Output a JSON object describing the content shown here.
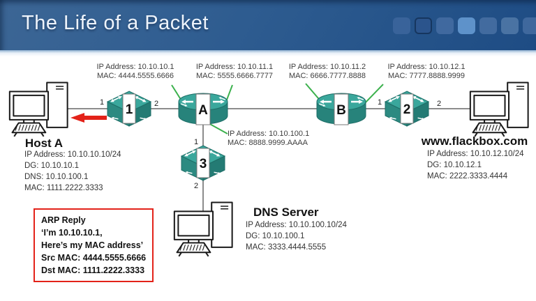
{
  "header": {
    "title": "The Life of a Packet",
    "squares": [
      "#39639a",
      "#2b548c",
      "#40699f",
      "#5e92ca",
      "#426b9f",
      "#4a73a3",
      "#3f689d"
    ]
  },
  "diagram": {
    "interface_labels": {
      "routerA_left": {
        "ip": "IP Address: 10.10.10.1",
        "mac": "MAC: 4444.5555.6666"
      },
      "routerA_right": {
        "ip": "IP Address: 10.10.11.1",
        "mac": "MAC: 5555.6666.7777"
      },
      "routerB_left": {
        "ip": "IP Address: 10.10.11.2",
        "mac": "MAC: 6666.7777.8888"
      },
      "routerB_right": {
        "ip": "IP Address: 10.10.12.1",
        "mac": "MAC: 7777.8888.9999"
      },
      "routerA_lan": {
        "ip": "IP Address: 10.10.100.1",
        "mac": "MAC: 8888.9999.AAAA"
      }
    },
    "devices": {
      "switch1": {
        "label": "1",
        "port_left": "1",
        "port_right": "2"
      },
      "switch2": {
        "label": "2",
        "port_left": "1",
        "port_right": "2"
      },
      "switch3": {
        "label": "3",
        "port_top": "1",
        "port_bottom": "2"
      },
      "routerA": {
        "label": "A"
      },
      "routerB": {
        "label": "B"
      }
    },
    "hosts": {
      "host_a": {
        "title": "Host A",
        "lines": [
          "IP Address: 10.10.10.10/24",
          "DG: 10.10.10.1",
          "DNS: 10.10.100.1",
          "MAC: 1111.2222.3333"
        ]
      },
      "web_server": {
        "title": "www.flackbox.com",
        "lines": [
          "IP Address: 10.10.12.10/24",
          "DG: 10.10.12.1",
          "MAC: 2222.3333.4444"
        ]
      },
      "dns_server": {
        "title": "DNS Server",
        "lines": [
          "IP Address: 10.10.100.10/24",
          "DG: 10.10.100.1",
          "MAC: 3333.4444.5555"
        ]
      }
    },
    "arp_box": {
      "lines": [
        "ARP Reply",
        "‘I’m 10.10.10.1,",
        "Here’s my MAC address’",
        "Src MAC: 4444.5555.6666",
        "Dst MAC: 1111.2222.3333"
      ]
    }
  },
  "colors": {
    "device_teal_top": "#3aa79c",
    "device_teal_side": "#27837b",
    "device_outline": "#1e6e67",
    "link_gray": "#8c8c8c",
    "pointer_green": "#3cb14d",
    "alert_red": "#e32219",
    "header_blue_dark": "#1e4c84",
    "header_blue_light": "#3c6695"
  }
}
